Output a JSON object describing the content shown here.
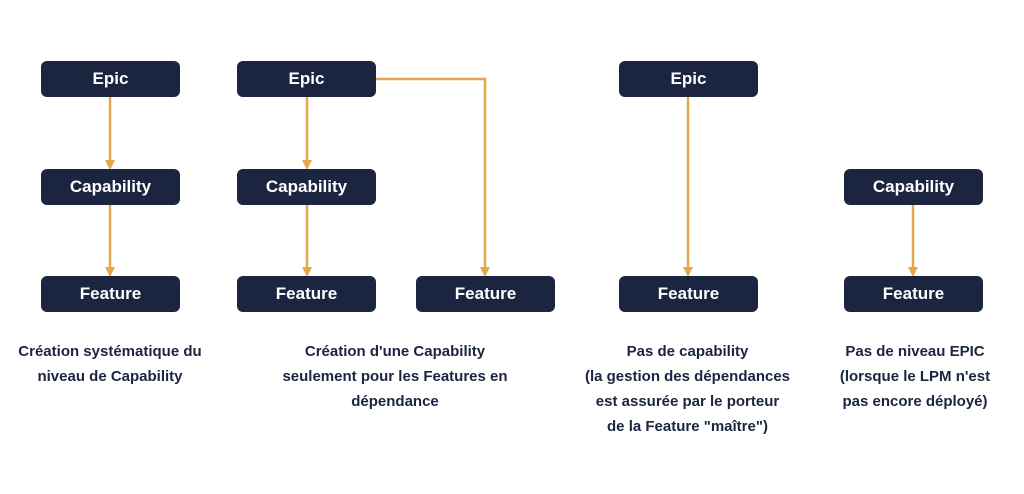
{
  "colors": {
    "node_bg": "#1b2540",
    "node_text": "#ffffff",
    "connector": "#e3a849",
    "caption_text": "#1b2540"
  },
  "nodes": {
    "col1_epic": "Epic",
    "col1_capability": "Capability",
    "col1_feature": "Feature",
    "col2_epic": "Epic",
    "col2_capability": "Capability",
    "col2_feature_left": "Feature",
    "col2_feature_right": "Feature",
    "col3_epic": "Epic",
    "col3_feature": "Feature",
    "col4_capability": "Capability",
    "col4_feature": "Feature"
  },
  "captions": {
    "col1": "Création systématique du\nniveau de Capability",
    "col2": "Création d'une Capability\nseulement pour les Features en\ndépendance",
    "col3": "Pas de capability\n(la gestion des dépendances\nest assurée par le porteur\nde la  Feature \"maître\")",
    "col4": "Pas de niveau EPIC\n(lorsque le LPM n'est\npas encore déployé)"
  }
}
